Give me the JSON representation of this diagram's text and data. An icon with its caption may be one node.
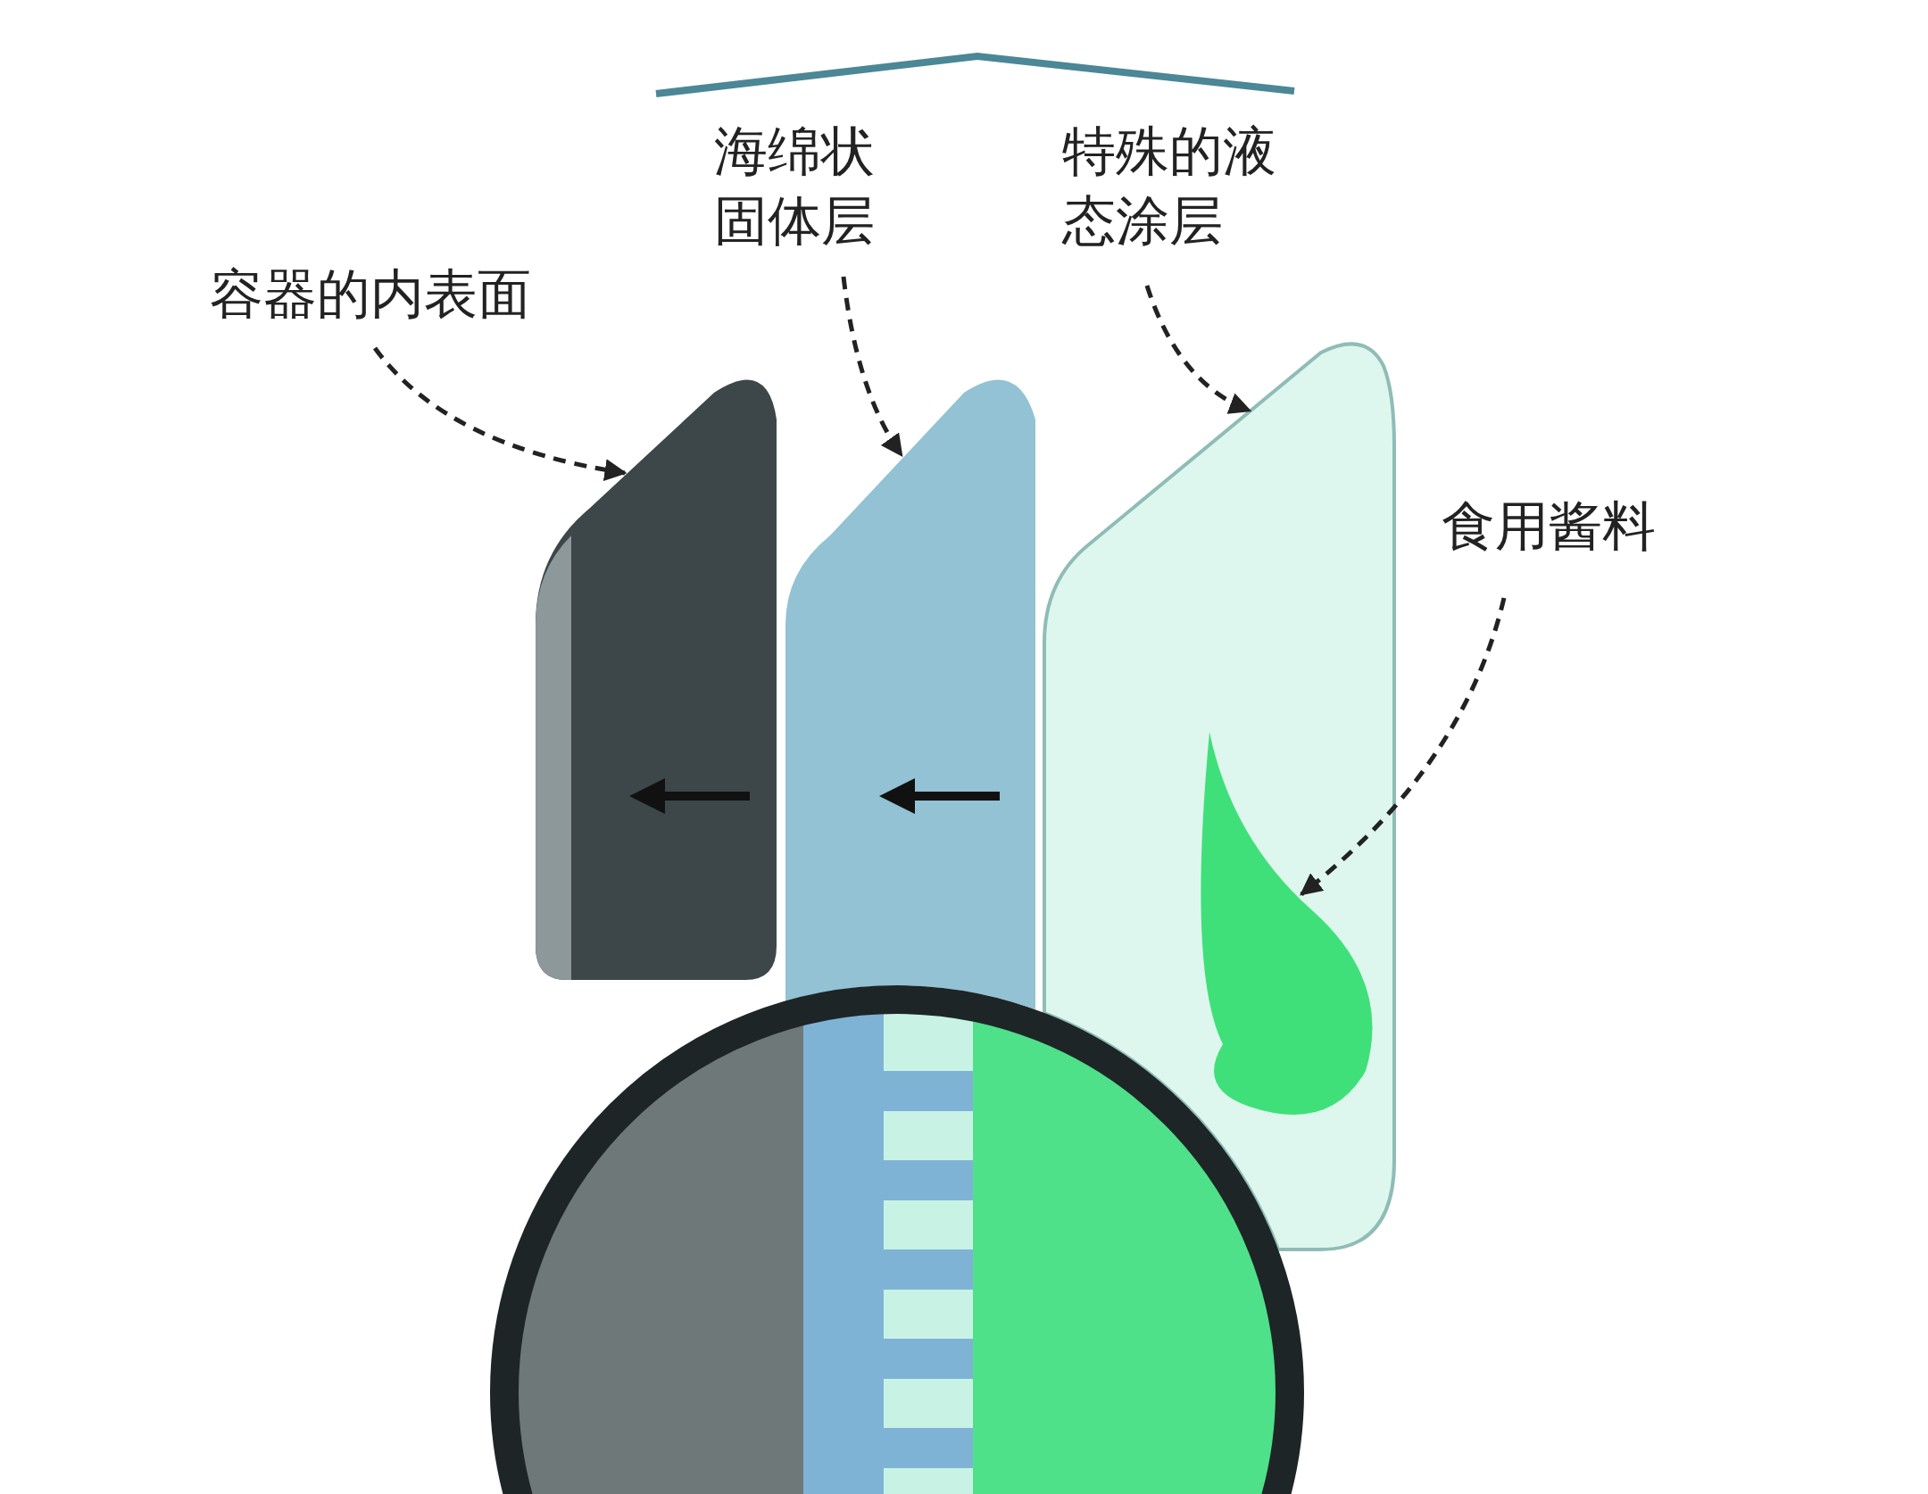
{
  "diagram": {
    "nodes": [
      {
        "text": [
          "容器的内表面"
        ]
      },
      {
        "text": [
          "海绵状固体层"
        ]
      },
      {
        "text": [
          "特殊的液态涂层"
        ]
      },
      {
        "text": [
          "食用酱料"
        ]
      },
      {
        "text": [],
        "shape": "picture"
      },
      {
        "text": [],
        "shape": "picture"
      },
      {
        "text": [],
        "shape": "picture"
      },
      {
        "text": [],
        "shape": "picture",
        "in": 6
      }
    ],
    "edges": [
      {
        "from": 0,
        "to": 4,
        "arrow": "to",
        "style": "dashed"
      },
      {
        "from": 1,
        "to": 5,
        "arrow": "to",
        "style": "dashed"
      },
      {
        "from": 2,
        "to": 6,
        "arrow": "to",
        "style": "dashed"
      },
      {
        "from": 3,
        "to": 7,
        "arrow": "to",
        "style": "dashed"
      }
    ]
  }
}
